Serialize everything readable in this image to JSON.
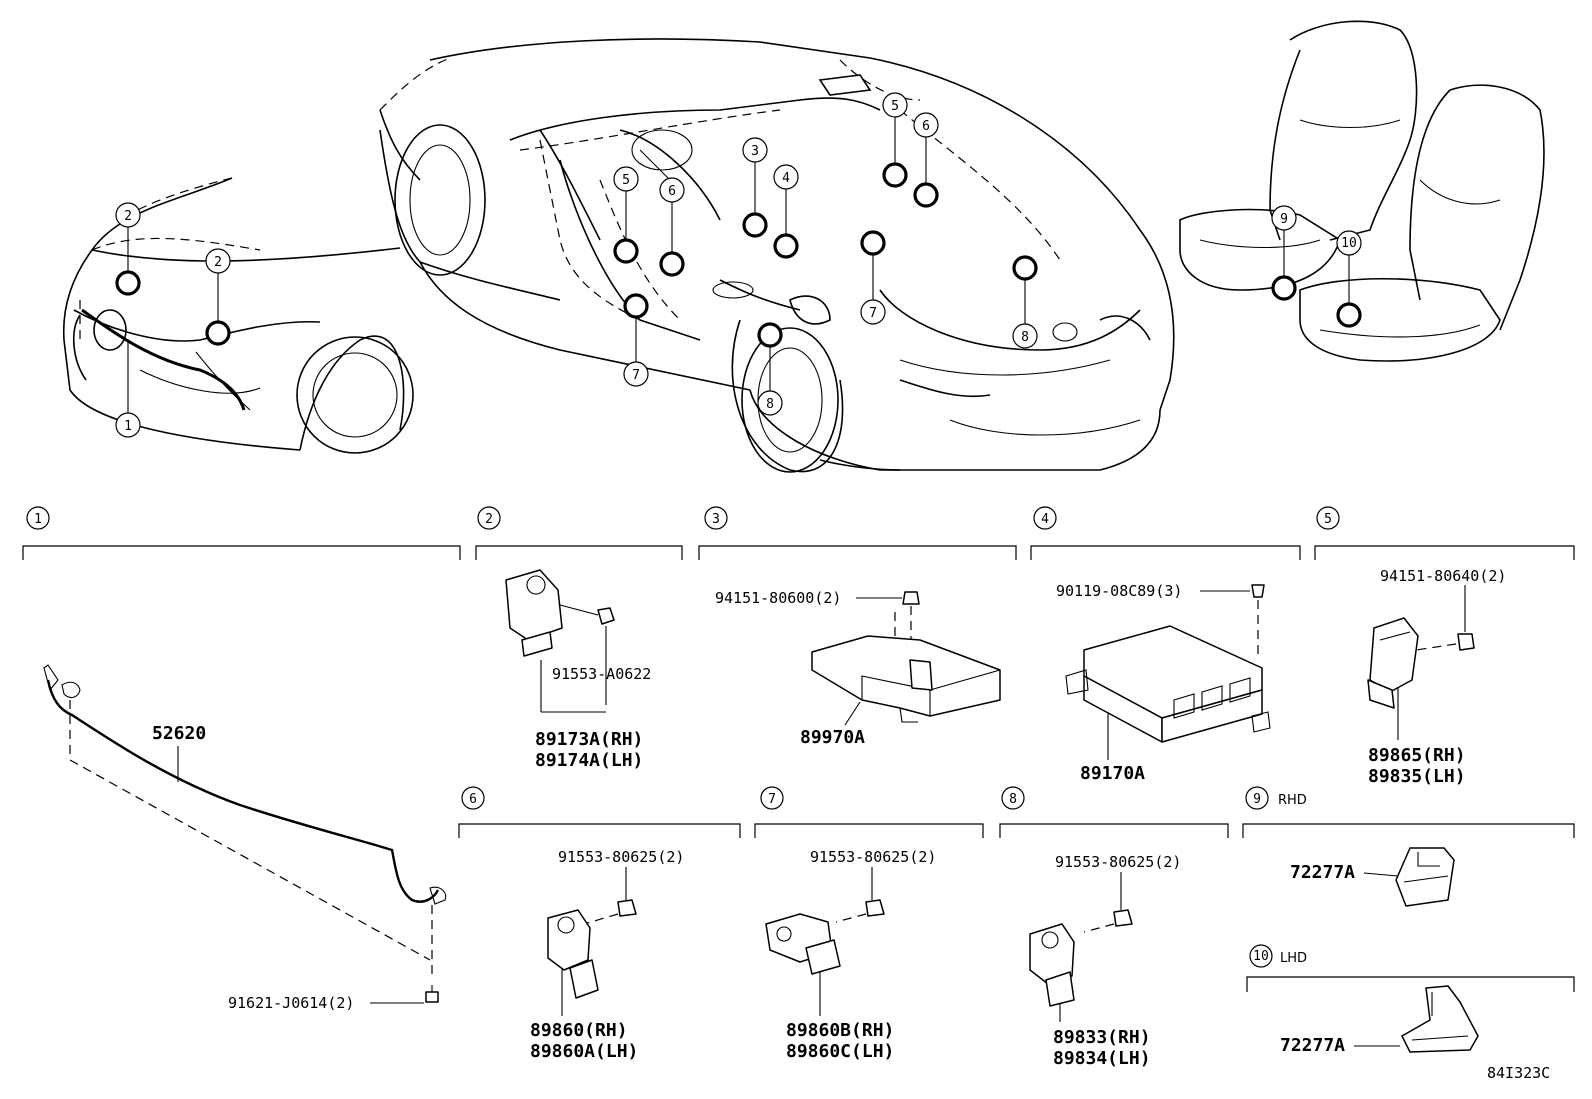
{
  "diagram_code": "84I323C",
  "callouts": [
    "1",
    "2",
    "3",
    "4",
    "5",
    "6",
    "7",
    "8",
    "9",
    "10"
  ],
  "sections": [
    {
      "num": "1",
      "note": ""
    },
    {
      "num": "2",
      "note": ""
    },
    {
      "num": "3",
      "note": ""
    },
    {
      "num": "4",
      "note": ""
    },
    {
      "num": "5",
      "note": ""
    },
    {
      "num": "6",
      "note": ""
    },
    {
      "num": "7",
      "note": ""
    },
    {
      "num": "8",
      "note": ""
    },
    {
      "num": "9",
      "note": "RHD"
    },
    {
      "num": "10",
      "note": "LHD"
    }
  ],
  "parts": {
    "harness": "52620",
    "harness_bolt": "91621-J0614(2)",
    "front_sensor_bolt": "91553-A0622",
    "front_sensor_rh": "89173A(RH)",
    "front_sensor_lh": "89174A(LH)",
    "bracket_nut": "94151-80600(2)",
    "bracket": "89970A",
    "ecu_bolt": "90119-08C89(3)",
    "ecu": "89170A",
    "side_nut": "94151-80640(2)",
    "side_sensor_rh": "89865(RH)",
    "side_sensor_lh": "89835(LH)",
    "s6_bolt": "91553-80625(2)",
    "s6_rh": "89860(RH)",
    "s6_lh": "89860A(LH)",
    "s7_bolt": "91553-80625(2)",
    "s7_rh": "89860B(RH)",
    "s7_lh": "89860C(LH)",
    "s8_bolt": "91553-80625(2)",
    "s8_rh": "89833(RH)",
    "s8_lh": "89834(LH)",
    "seat_sensor_rhd": "72277A",
    "seat_sensor_lhd": "72277A"
  }
}
